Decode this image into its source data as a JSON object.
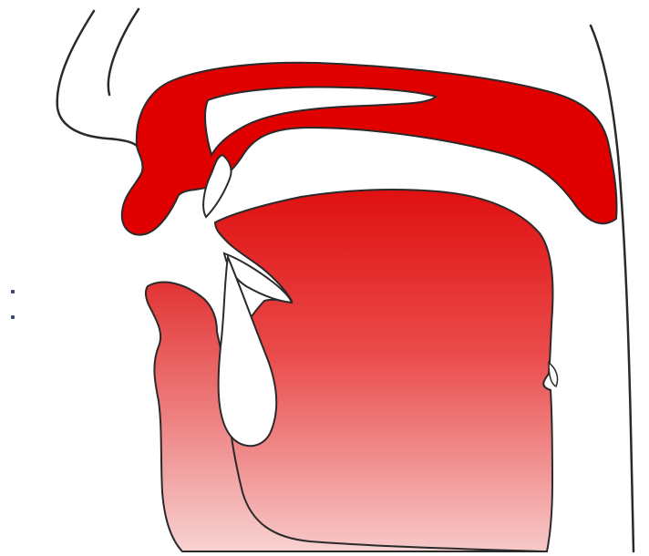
{
  "diagram": {
    "type": "sagittal-section",
    "colors": {
      "background": "#ffffff",
      "outline": "#2a2a2a",
      "palate_red": "#e00000",
      "tongue_dark": "#e01010",
      "tongue_light": "#f7c9c9",
      "cavity": "#ffffff",
      "dots": "#3a4a66"
    },
    "parts": [
      "nose-outline",
      "palate",
      "nasal-cavity",
      "upper-lip",
      "upper-teeth",
      "lower-teeth",
      "tongue",
      "lower-lip-and-jaw",
      "sublingual-cavity",
      "pharynx-wall"
    ]
  }
}
